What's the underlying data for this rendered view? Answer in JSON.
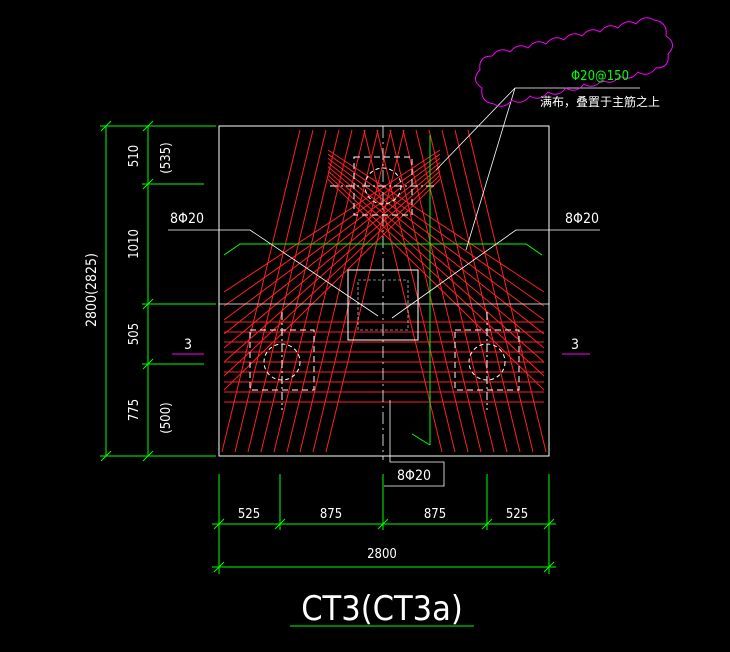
{
  "colors": {
    "background": "#000000",
    "outline": "#ffffff",
    "rebar": "#ff2020",
    "dimension": "#00ff00",
    "text": "#ffffff",
    "callout_cloud": "#ff00ff",
    "section_mark": "#ff00ff",
    "title_underline": "#00ff00"
  },
  "callout": {
    "spec": "Φ20@150",
    "note": "满布，叠置于主筋之上"
  },
  "labels": {
    "upper_left_rebar": "8Φ20",
    "upper_right_rebar": "8Φ20",
    "bottom_rebar": "8Φ20",
    "section_left": "3",
    "section_right": "3"
  },
  "vertical_dimensions": {
    "total": "2800(2825)",
    "segments": [
      "510",
      "1010",
      "505",
      "775"
    ],
    "alternates": [
      "(535)",
      "(500)"
    ]
  },
  "horizontal_dimensions": {
    "segments": [
      "525",
      "875",
      "875",
      "525"
    ],
    "total": "2800"
  },
  "title": "CT3(CT3a)"
}
